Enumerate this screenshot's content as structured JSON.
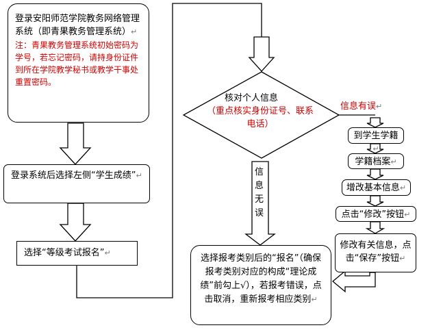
{
  "step1": {
    "text": "登录安阳师范学院教务网络管理系统（即青果教务管理系统）",
    "note": "注：青果教务管理系统初始密码为学号，若忘记密码，请持身份证件到所在学院教学秘书或教学干事处重置密码。"
  },
  "step2": {
    "text": "登录系统后选择左侧“学生成绩”"
  },
  "step3": {
    "text": "选择“等级考试报名”"
  },
  "decision": {
    "line1": "核对个人信息",
    "line2": "（重点核实身份证号、联系电话）"
  },
  "branch_error": {
    "label": "信息有误"
  },
  "branch_ok": {
    "label": "信息无误"
  },
  "fix_steps": [
    {
      "text": "到学生学籍"
    },
    {
      "text": "学籍档案"
    },
    {
      "text": "增改基本信息"
    },
    {
      "text": "点击“修改”按钮"
    },
    {
      "text": "修改有关信息，点击“保存”按钮"
    }
  ],
  "final": {
    "text": "选择报考类别后的“报名”（确保报考类别对应的构成“理论成绩”前勾上√），若报考错误，点击取消，重新报考相应类别"
  },
  "return_mark": "↵"
}
